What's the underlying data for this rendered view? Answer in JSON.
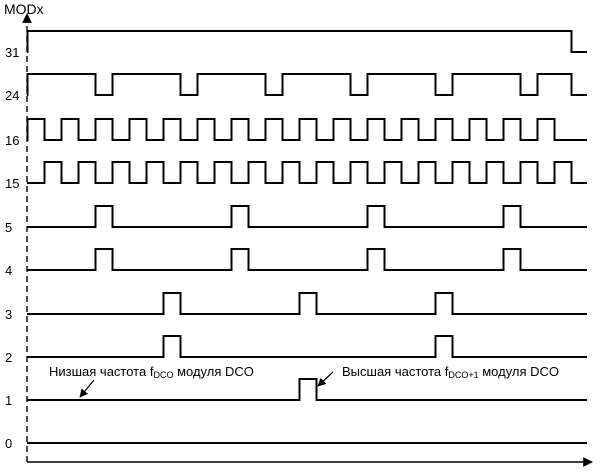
{
  "diagram": {
    "y_axis_label": "MODx",
    "levels": [
      {
        "label": "31",
        "pattern": "111111111111111111111111111111110"
      },
      {
        "label": "24",
        "pattern": "111101111011110111101111011110110"
      },
      {
        "label": "16",
        "pattern": "101010101010101010101010101010100"
      },
      {
        "label": "15",
        "pattern": "010101010101010101010101010101010"
      },
      {
        "label": "5",
        "pattern": "000010000000100000001000000010000"
      },
      {
        "label": "4",
        "pattern": "000010000000100000001000000010000"
      },
      {
        "label": "3",
        "pattern": "000000001000000010000000100000000"
      },
      {
        "label": "2",
        "pattern": "000000001000000000000000100000000"
      },
      {
        "label": "1",
        "pattern": "000000000000000010000000000000000"
      },
      {
        "label": "0",
        "pattern": "000000000000000000000000000000000"
      }
    ],
    "annotation_low": {
      "before": "Низшая частота f",
      "sub": "DCO",
      "after": " модуля DCO"
    },
    "annotation_high": {
      "before": "Высшая частота f",
      "sub": "DCO+1",
      "after": " модуля DCO"
    }
  }
}
